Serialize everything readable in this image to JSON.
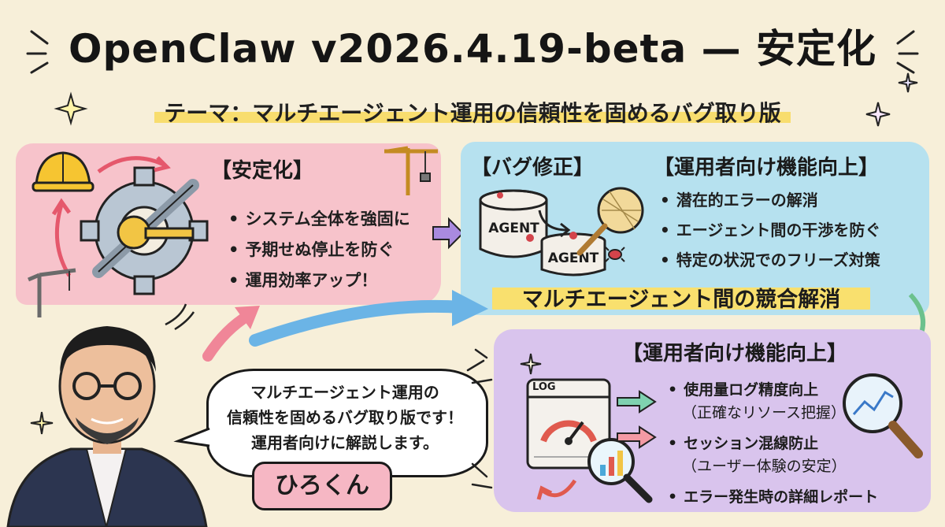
{
  "title": "OpenClaw v2026.4.19-beta — 安定化",
  "subtitle": "テーマ：マルチエージェント運用の信頼性を固めるバグ取り版",
  "stability": {
    "header": "【安定化】",
    "items": [
      "システム全体を強固に",
      "予期せぬ停止を防ぐ",
      "運用効率アップ！"
    ]
  },
  "bugfix": {
    "header": "【バグ修正】",
    "agent_labels": [
      "AGENT",
      "AGENT"
    ]
  },
  "ops_top": {
    "header": "【運用者向け機能向上】",
    "items": [
      "潜在的エラーの解消",
      "エージェント間の干渉を防ぐ",
      "特定の状況でのフリーズ対策"
    ]
  },
  "race_banner": "マルチエージェント間の競合解消",
  "ops_bottom": {
    "header": "【運用者向け機能向上】",
    "log_label": "LOG",
    "items": [
      {
        "main": "使用量ログ精度向上",
        "sub": "（正確なリソース把握）"
      },
      {
        "main": "セッション混線防止",
        "sub": "（ユーザー体験の安定）"
      },
      {
        "main": "エラー発生時の詳細レポート",
        "sub": ""
      }
    ]
  },
  "speech": {
    "lines": [
      "マルチエージェント運用の",
      "信頼性を固めるバグ取り版です！",
      "運用者向けに解説します。"
    ]
  },
  "presenter_name": "ひろくん",
  "colors": {
    "background": "#f7efd9",
    "pink_panel": "#f7c3cb",
    "blue_panel": "#b6e1ef",
    "purple_panel": "#d9c4ed",
    "highlight": "#f8dd6e"
  }
}
